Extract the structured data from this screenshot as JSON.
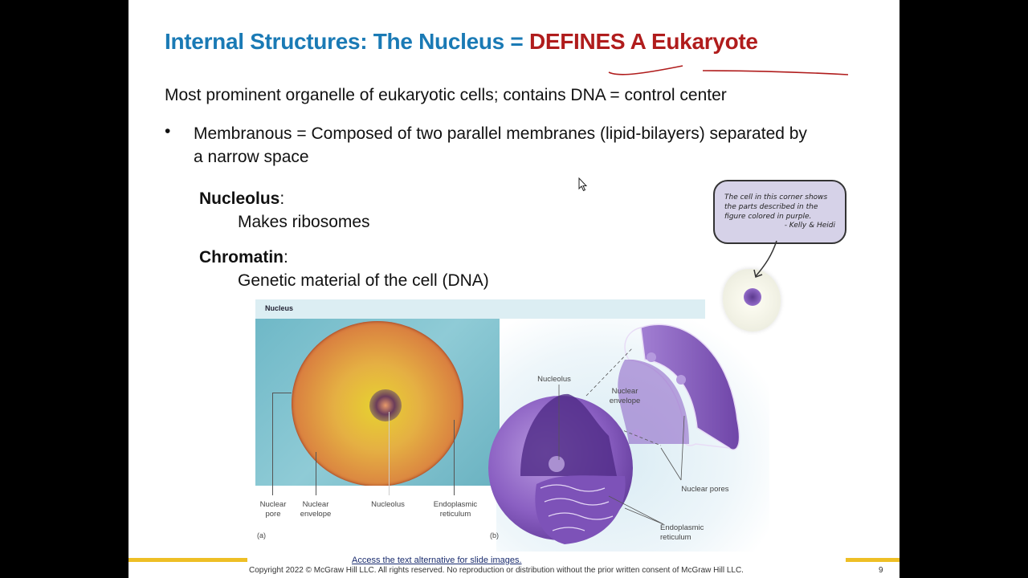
{
  "slide": {
    "title": {
      "part1": "Internal Structures: The Nucleus = ",
      "part2": "DEFINES A Eukaryote",
      "color_blue": "#1a7ab5",
      "color_red": "#b01c1c"
    },
    "intro": "Most prominent organelle of eukaryotic cells; contains DNA = control center",
    "bullet": {
      "symbol": "•",
      "text": "Membranous = Composed of two parallel membranes (lipid-bilayers) separated by a narrow space"
    },
    "terms": [
      {
        "term": "Nucleolus",
        "colon": ":",
        "definition": "Makes ribosomes"
      },
      {
        "term": "Chromatin",
        "colon": ":",
        "definition": "Genetic material of the cell (DNA)"
      }
    ],
    "figure": {
      "header": "Nucleus",
      "panel_a": "(a)",
      "panel_b": "(b)",
      "labels_a": [
        {
          "l1": "Nuclear",
          "l2": "pore"
        },
        {
          "l1": "Nuclear",
          "l2": "envelope"
        },
        {
          "l1": "Nucleolus",
          "l2": ""
        },
        {
          "l1": "Endoplasmic",
          "l2": "reticulum"
        }
      ],
      "labels_b": {
        "nucleolus": "Nucleolus",
        "nuclear_envelope_1": "Nuclear",
        "nuclear_envelope_2": "envelope",
        "nuclear_pores": "Nuclear pores",
        "er_1": "Endoplasmic",
        "er_2": "reticulum"
      }
    },
    "callout": {
      "lines": [
        "The cell in this corner shows",
        "the parts described in the",
        "figure colored in purple."
      ],
      "signature": "- Kelly & Heidi"
    },
    "footer": {
      "alt_link": "Access the text alternative for slide images.",
      "copyright": "Copyright 2022 © McGraw Hill LLC. All rights reserved. No reproduction or distribution without the prior written consent of McGraw Hill LLC.",
      "page_number": "9",
      "accent_color": "#eebf25"
    }
  }
}
